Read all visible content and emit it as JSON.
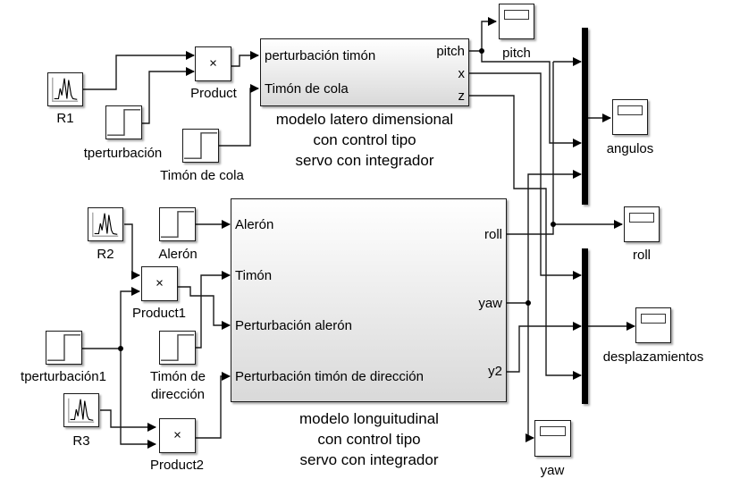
{
  "diagram": {
    "sources": {
      "r1": {
        "label": "R1",
        "icon": "random-signal-icon"
      },
      "r2": {
        "label": "R2",
        "icon": "random-signal-icon"
      },
      "r3": {
        "label": "R3",
        "icon": "random-signal-icon"
      },
      "tperturbacion": {
        "label": "tperturbación",
        "icon": "step-icon"
      },
      "tperturbacion1": {
        "label": "tperturbación1",
        "icon": "step-icon"
      },
      "timon_de_cola": {
        "label": "Timón de cola",
        "icon": "step-icon"
      },
      "aleron": {
        "label": "Alerón",
        "icon": "step-icon"
      },
      "timon_de_direccion": {
        "label": "Timón de\ndirección",
        "label_line1": "Timón de",
        "label_line2": "dirección",
        "icon": "step-icon"
      }
    },
    "products": {
      "product": {
        "label": "Product",
        "symbol": "×"
      },
      "product1": {
        "label": "Product1",
        "symbol": "×"
      },
      "product2": {
        "label": "Product2",
        "symbol": "×"
      }
    },
    "subsystem_lateral": {
      "inputs": [
        "perturbación timón",
        "Timón de cola"
      ],
      "outputs": [
        "pitch",
        "x",
        "z"
      ],
      "caption": [
        "modelo latero dimensional",
        "con control tipo",
        "servo con integrador"
      ]
    },
    "subsystem_longitudinal": {
      "inputs": [
        "Alerón",
        "Timón",
        "Perturbación alerón",
        "Perturbación timón de dirección"
      ],
      "outputs": [
        "roll",
        "yaw",
        "y2"
      ],
      "caption": [
        "modelo longuitudinal",
        "con control tipo",
        "servo con integrador"
      ]
    },
    "scopes": {
      "pitch": {
        "label": "pitch",
        "icon": "scope-icon"
      },
      "angulos": {
        "label": "angulos",
        "icon": "scope-icon"
      },
      "roll": {
        "label": "roll",
        "icon": "scope-icon"
      },
      "desplazamientos": {
        "label": "desplazamientos",
        "icon": "scope-icon"
      },
      "yaw": {
        "label": "yaw",
        "icon": "scope-icon"
      }
    },
    "muxes": {
      "mux_angulos": {
        "inputs": 3
      },
      "mux_desplazamientos": {
        "inputs": 3
      }
    }
  }
}
